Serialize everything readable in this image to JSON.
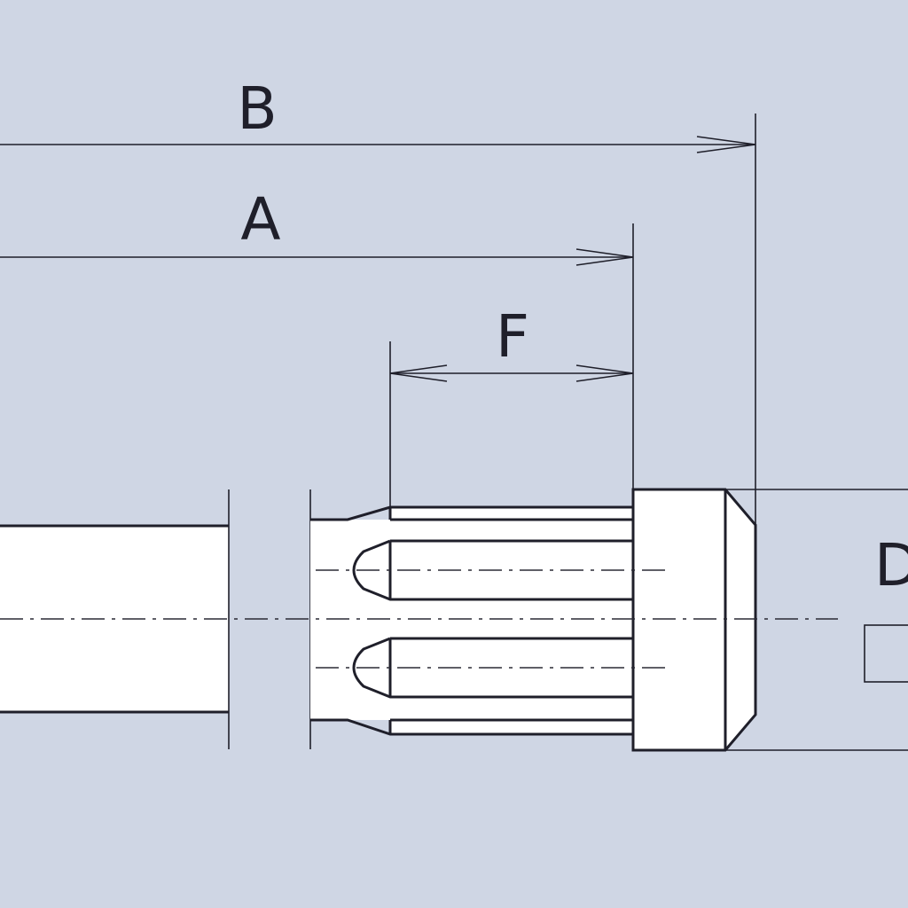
{
  "colors": {
    "background": "#cfd6e4",
    "part_fill": "#ffffff",
    "line": "#1f1f2a"
  },
  "dimensions": {
    "a_label": "A",
    "b_label": "B",
    "f_label": "F",
    "d_label": "D"
  }
}
